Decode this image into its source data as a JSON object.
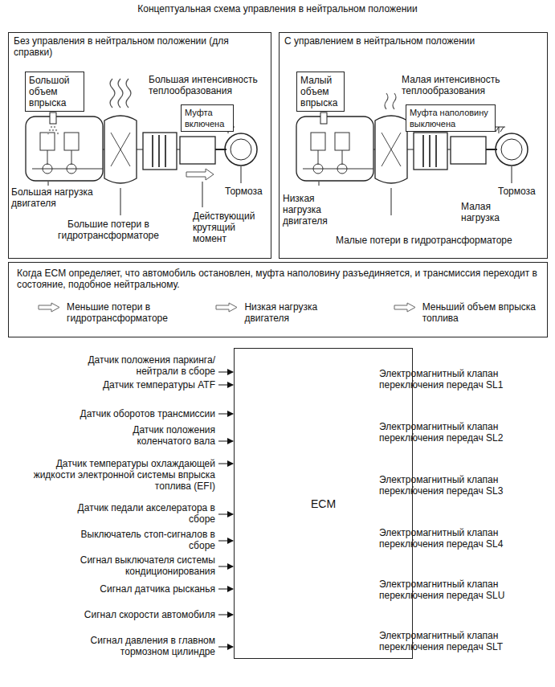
{
  "diagram": {
    "title": "Концептуальная схема управления в нейтральном положении",
    "nodes": [
      {
        "text": [
          "Без управления в нейтральном положении (для справки)"
        ]
      },
      {
        "text": [
          "Большой объем впрыска"
        ],
        "in": 0
      },
      {
        "text": [
          "Муфта включена"
        ],
        "in": 0
      },
      {
        "text": [
          "С управлением в нейтральном положении"
        ]
      },
      {
        "text": [
          "Малый объем впрыска"
        ],
        "in": 3
      },
      {
        "text": [
          "Муфта наполовину выключена"
        ],
        "in": 3
      },
      {
        "text": [
          "Когда ECM определяет, что автомобиль остановлен, муфта наполовину разъединяется, и трансмиссия переходит в состояние, подобное нейтральному.",
          "Меньшие потери в гидротрансформаторе",
          "Низкая нагрузка двигателя",
          "Меньший объем впрыска топлива"
        ]
      },
      {
        "text": [
          "ECM"
        ]
      }
    ],
    "labels": [
      "Большая интенсивность теплообразования",
      "Большая нагрузка двигателя",
      "Большие потери в гидротрансформаторе",
      "Действующий крутящий момент",
      "Тормоза",
      "Малая интенсивность теплообразования",
      "Низкая нагрузка двигателя",
      "Малые потери в гидротрансформаторе",
      "Малая нагрузка",
      "Тормоза",
      "Датчик положения паркинга/ нейтрали в сборе",
      "Датчик температуры ATF",
      "Датчик оборотов трансмиссии",
      "Датчик положения коленчатого вала",
      "Датчик температуры охлаждающей жидкости электронной системы впрыска топлива (EFI)",
      "Датчик педали акселератора в сборе",
      "Выключатель стоп-сигналов в сборе",
      "Сигнал выключателя системы кондиционирования",
      "Сигнал датчика рысканья",
      "Сигнал скорости автомобиля",
      "Сигнал давления в главном тормозном цилиндре",
      "Электромагнитный клапан переключения передач SL1",
      "Электромагнитный клапан переключения передач SL2",
      "Электромагнитный клапан переключения передач SL3",
      "Электромагнитный клапан переключения передач SL4",
      "Электромагнитный клапан переключения передач SLU",
      "Электромагнитный клапан переключения передач SLT"
    ]
  }
}
